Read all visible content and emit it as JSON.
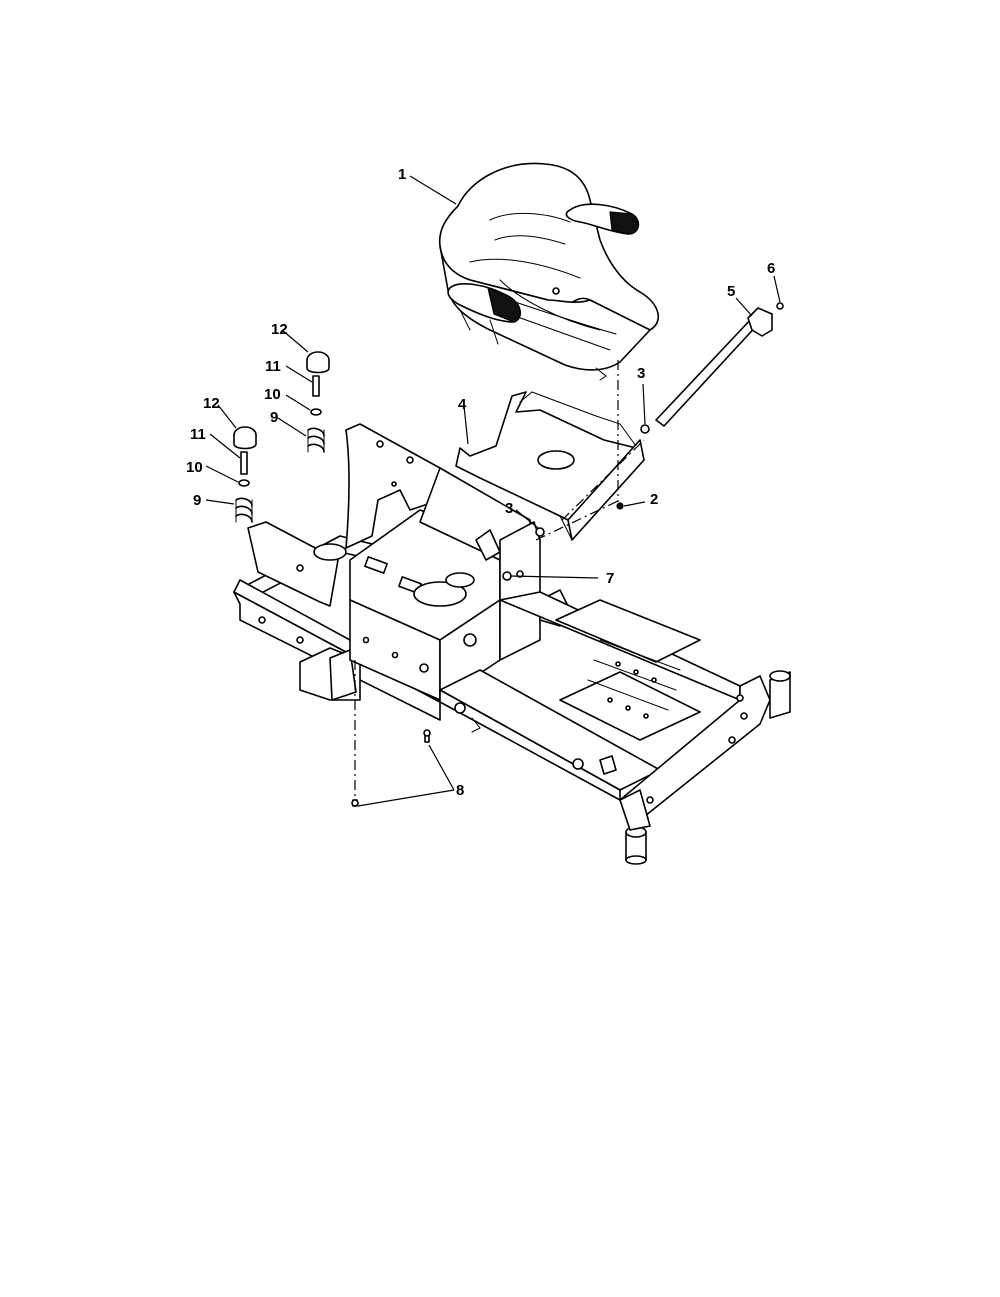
{
  "callouts": [
    "1",
    "2",
    "3",
    "3",
    "4",
    "5",
    "6",
    "7",
    "8",
    "9",
    "9",
    "10",
    "10",
    "11",
    "11",
    "12",
    "12"
  ]
}
